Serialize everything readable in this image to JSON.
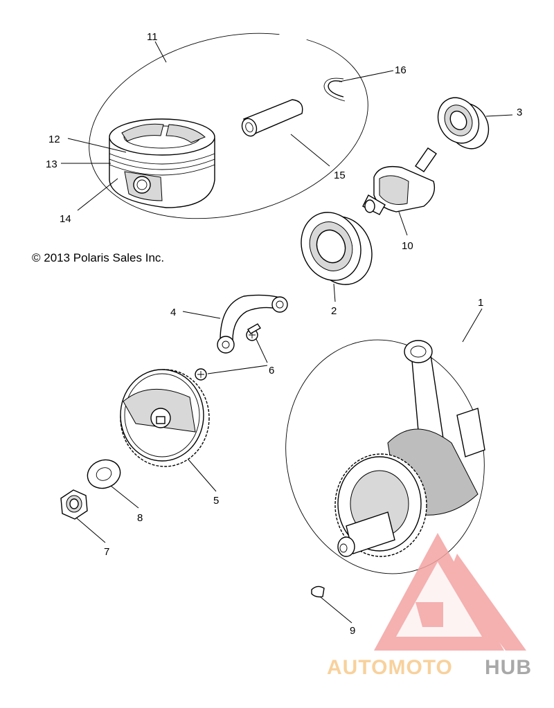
{
  "copyright": "© 2013 Polaris Sales Inc.",
  "callouts": [
    {
      "id": "1",
      "label": "1"
    },
    {
      "id": "2",
      "label": "2"
    },
    {
      "id": "3",
      "label": "3"
    },
    {
      "id": "4",
      "label": "4"
    },
    {
      "id": "5",
      "label": "5"
    },
    {
      "id": "6",
      "label": "6"
    },
    {
      "id": "7",
      "label": "7"
    },
    {
      "id": "8",
      "label": "8"
    },
    {
      "id": "9",
      "label": "9"
    },
    {
      "id": "10",
      "label": "10"
    },
    {
      "id": "11",
      "label": "11"
    },
    {
      "id": "12",
      "label": "12"
    },
    {
      "id": "13",
      "label": "13"
    },
    {
      "id": "14",
      "label": "14"
    },
    {
      "id": "15",
      "label": "15"
    },
    {
      "id": "16",
      "label": "16"
    }
  ],
  "watermark": {
    "part1": "AUTOMOTO",
    "part2": "HUB",
    "colors": {
      "red": "#f4a3a3",
      "orange": "#f7c98b",
      "gray": "#9a9a9a"
    }
  }
}
